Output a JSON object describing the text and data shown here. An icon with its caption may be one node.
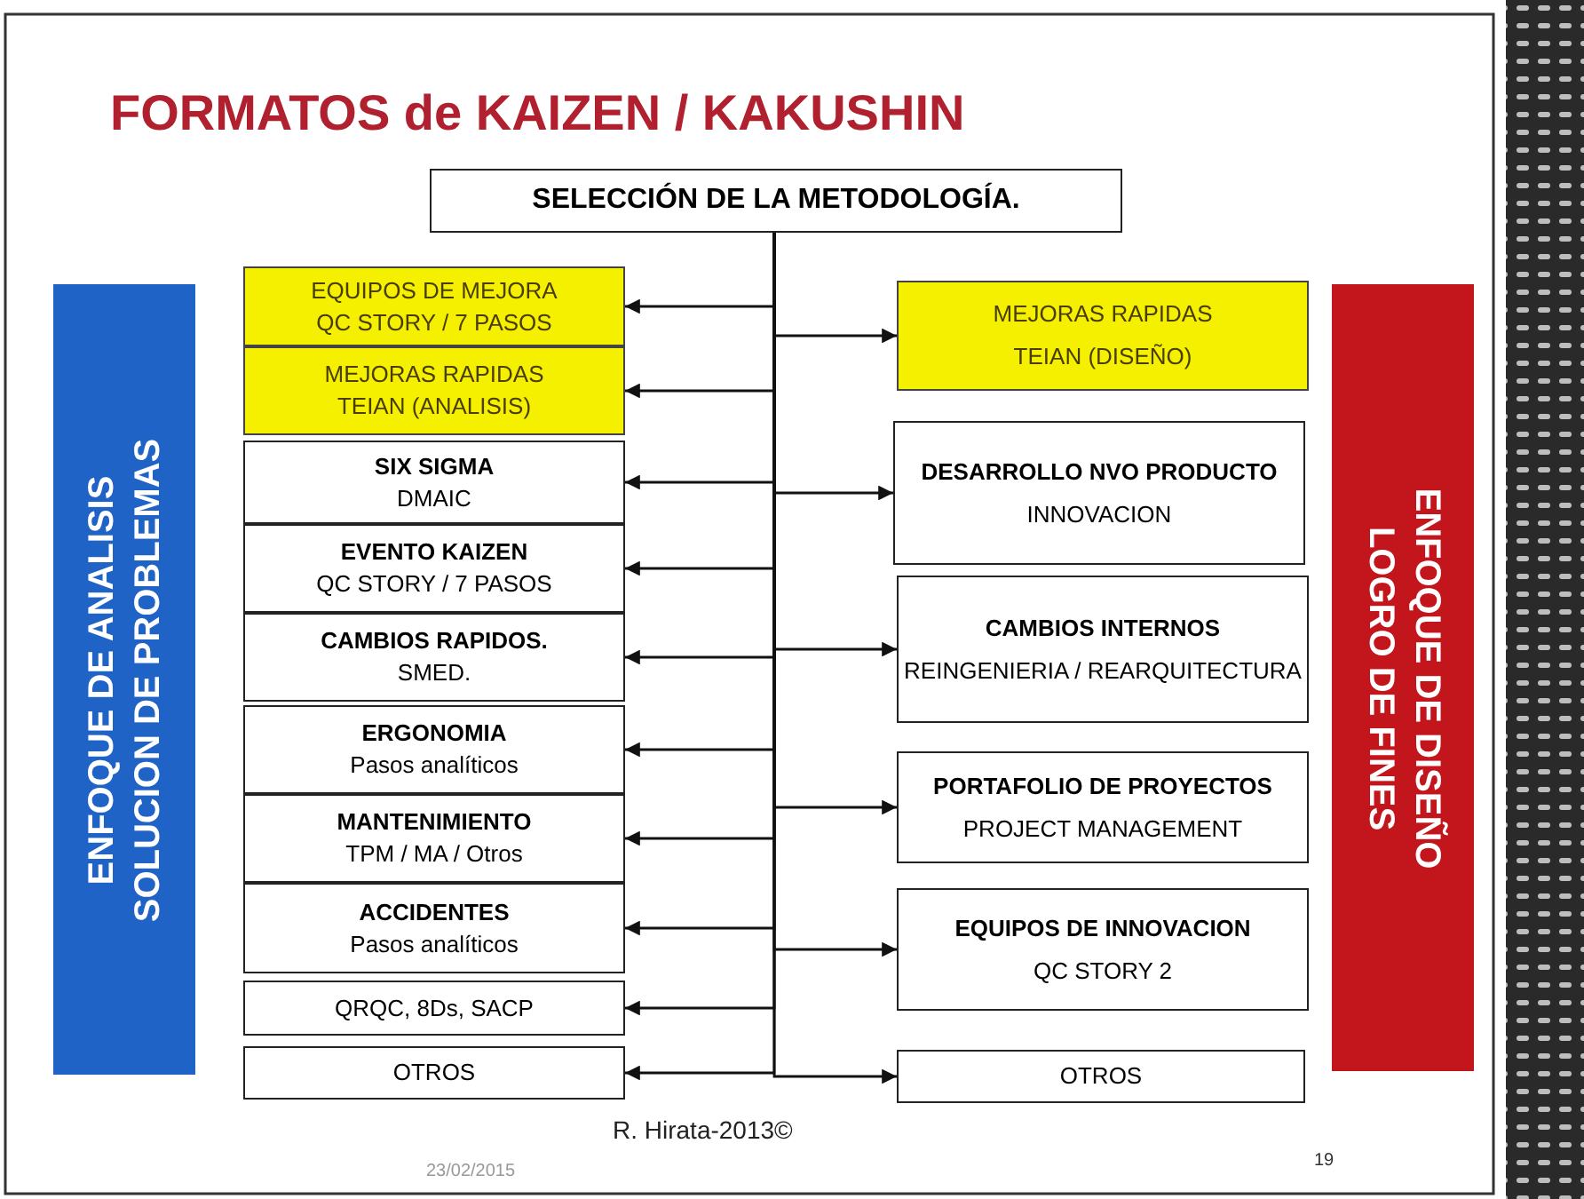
{
  "diagram": {
    "title": "FORMATOS de KAIZEN / KAKUSHIN",
    "nodes": [
      {
        "text": [
          "SELECCIÓN DE LA METODOLOGÍA."
        ]
      },
      {
        "text": [
          "ENFOQUE DE ANALISIS",
          "SOLUCION DE PROBLEMAS"
        ]
      },
      {
        "text": [
          "EQUIPOS DE MEJORA",
          "QC STORY / 7 PASOS"
        ]
      },
      {
        "text": [
          "MEJORAS RAPIDAS",
          "TEIAN (ANALISIS)"
        ]
      },
      {
        "text": [
          "SIX SIGMA",
          "DMAIC"
        ]
      },
      {
        "text": [
          "EVENTO KAIZEN",
          "QC STORY / 7 PASOS"
        ]
      },
      {
        "text": [
          "CAMBIOS RAPIDOS.",
          "SMED."
        ]
      },
      {
        "text": [
          "ERGONOMIA",
          "Pasos analíticos"
        ]
      },
      {
        "text": [
          "MANTENIMIENTO",
          "TPM  / MA / Otros"
        ]
      },
      {
        "text": [
          "ACCIDENTES",
          "Pasos analíticos"
        ]
      },
      {
        "text": [
          "QRQC, 8Ds, SACP"
        ]
      },
      {
        "text": [
          "OTROS"
        ]
      },
      {
        "text": [
          "MEJORAS RAPIDAS",
          "TEIAN (DISEÑO)"
        ]
      },
      {
        "text": [
          "DESARROLLO NVO PRODUCTO",
          "INNOVACION"
        ]
      },
      {
        "text": [
          "CAMBIOS INTERNOS",
          "REINGENIERIA / REARQUITECTURA"
        ]
      },
      {
        "text": [
          "PORTAFOLIO DE PROYECTOS",
          "PROJECT MANAGEMENT"
        ]
      },
      {
        "text": [
          "EQUIPOS DE INNOVACION",
          "QC STORY 2"
        ]
      },
      {
        "text": [
          "OTROS"
        ]
      },
      {
        "text": [
          "ENFOQUE DE DISEÑO",
          "LOGRO DE FINES"
        ]
      }
    ],
    "edges": [
      {
        "from": 0,
        "to": 2,
        "arrow": "to"
      },
      {
        "from": 0,
        "to": 3,
        "arrow": "to"
      },
      {
        "from": 0,
        "to": 4,
        "arrow": "to"
      },
      {
        "from": 0,
        "to": 5,
        "arrow": "to"
      },
      {
        "from": 0,
        "to": 6,
        "arrow": "to"
      },
      {
        "from": 0,
        "to": 7,
        "arrow": "to"
      },
      {
        "from": 0,
        "to": 8,
        "arrow": "to"
      },
      {
        "from": 0,
        "to": 9,
        "arrow": "to"
      },
      {
        "from": 0,
        "to": 10,
        "arrow": "to"
      },
      {
        "from": 0,
        "to": 11,
        "arrow": "to"
      },
      {
        "from": 0,
        "to": 12,
        "arrow": "to"
      },
      {
        "from": 0,
        "to": 13,
        "arrow": "to"
      },
      {
        "from": 0,
        "to": 14,
        "arrow": "to"
      },
      {
        "from": 0,
        "to": 15,
        "arrow": "to"
      },
      {
        "from": 0,
        "to": 16,
        "arrow": "to"
      },
      {
        "from": 0,
        "to": 17,
        "arrow": "to"
      }
    ],
    "labels": [
      "R. Hirata-2013©",
      "23/02/2015",
      "19"
    ]
  }
}
